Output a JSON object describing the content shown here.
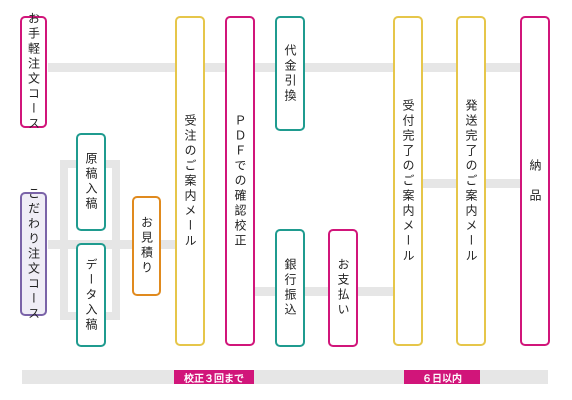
{
  "colors": {
    "magenta": "#d1157a",
    "purple": "#7a63a8",
    "teal": "#1f9b8f",
    "orange": "#e08a1e",
    "yellow": "#e6c64a",
    "connector": "#e6e6e6"
  },
  "boxes": {
    "omakase": "お手軽注文コース",
    "kodawari": "こだわり注文コース",
    "genko": "原稿入稿",
    "data": "データ入稿",
    "mitsumori": "お見積り",
    "juchu": "受注のご案内メール",
    "pdf": "ＰＤＦでの確認校正",
    "daikin": "代金引換",
    "ginko": "銀行振込",
    "shiharai": "お支払い",
    "uketsuke": "受付完了のご案内メール",
    "hasso": "発送完了のご案内メール",
    "nohin": "納　品"
  },
  "footer": {
    "kosei": "校正３回まで",
    "days": "６日以内"
  }
}
